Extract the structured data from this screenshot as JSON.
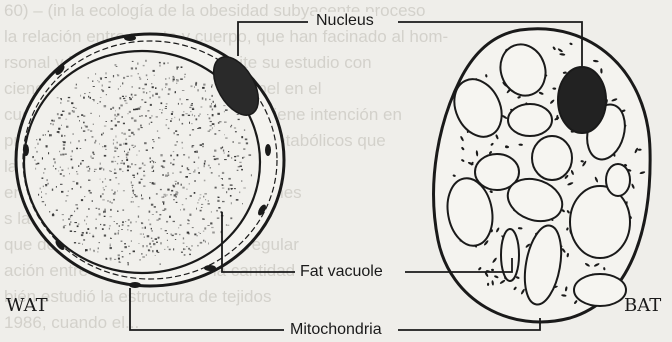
{
  "labels": {
    "nucleus": "Nucleus",
    "fat_vacuole": "Fat vacuole",
    "mitochondria": "Mitochondria"
  },
  "cells": {
    "left": "WAT",
    "right": "BAT"
  },
  "background_text": [
    "60) – (in la ecología de la obesidad subyacente proceso",
    "la relación entre mente y cuerpo, que han facinado al hom-",
    "rsonal y la psicología que permite su estudio con",
    "ciencia. La biología social y su papel en el",
    "cuenta cerebral de ahora que todo tiene intención en",
    "procesos mentales y en procesos metabólicos que",
    "las (y más) o grasa parda",
    "en su forma por defecto en condiciones",
    "s la biología de la grasa blanca",
    "que demuestra la capacidad de regular",
    "ación entre el contenido de la cantidad de",
    "bién estudió la estructura de tejidos",
    "1986, cuando el..."
  ],
  "colors": {
    "background": "#efeeea",
    "ink": "#1a1a1a",
    "ghost_text": "#d3d1cb"
  }
}
